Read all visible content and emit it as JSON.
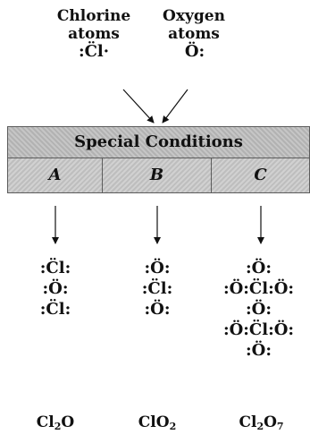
{
  "sources": {
    "chlorine_label": "Chlorine\natoms",
    "chlorine_lewis": ":C̈l·",
    "oxygen_label": "Oxygen\natoms",
    "oxygen_lewis": "Ö:"
  },
  "process": {
    "title": "Special Conditions",
    "columns": [
      {
        "letter": "A"
      },
      {
        "letter": "B"
      },
      {
        "letter": "C"
      }
    ]
  },
  "products": [
    {
      "lewis": ":C̈l:\n:Ö:\n:C̈l:",
      "formula_main": "Cl",
      "formula_sub": "2",
      "formula_tail": "O"
    },
    {
      "lewis": ":Ö:\n:C̈l:\n:Ö:",
      "formula_main": "ClO",
      "formula_sub": "2",
      "formula_tail": ""
    },
    {
      "lewis": ":Ö:\n:Ö:C̈l:Ö:\n:Ö:\n:Ö:C̈l:Ö:\n:Ö:",
      "formula_main": "Cl",
      "formula_sub": "2",
      "formula_tail": "O",
      "formula_sub2": "7"
    }
  ]
}
